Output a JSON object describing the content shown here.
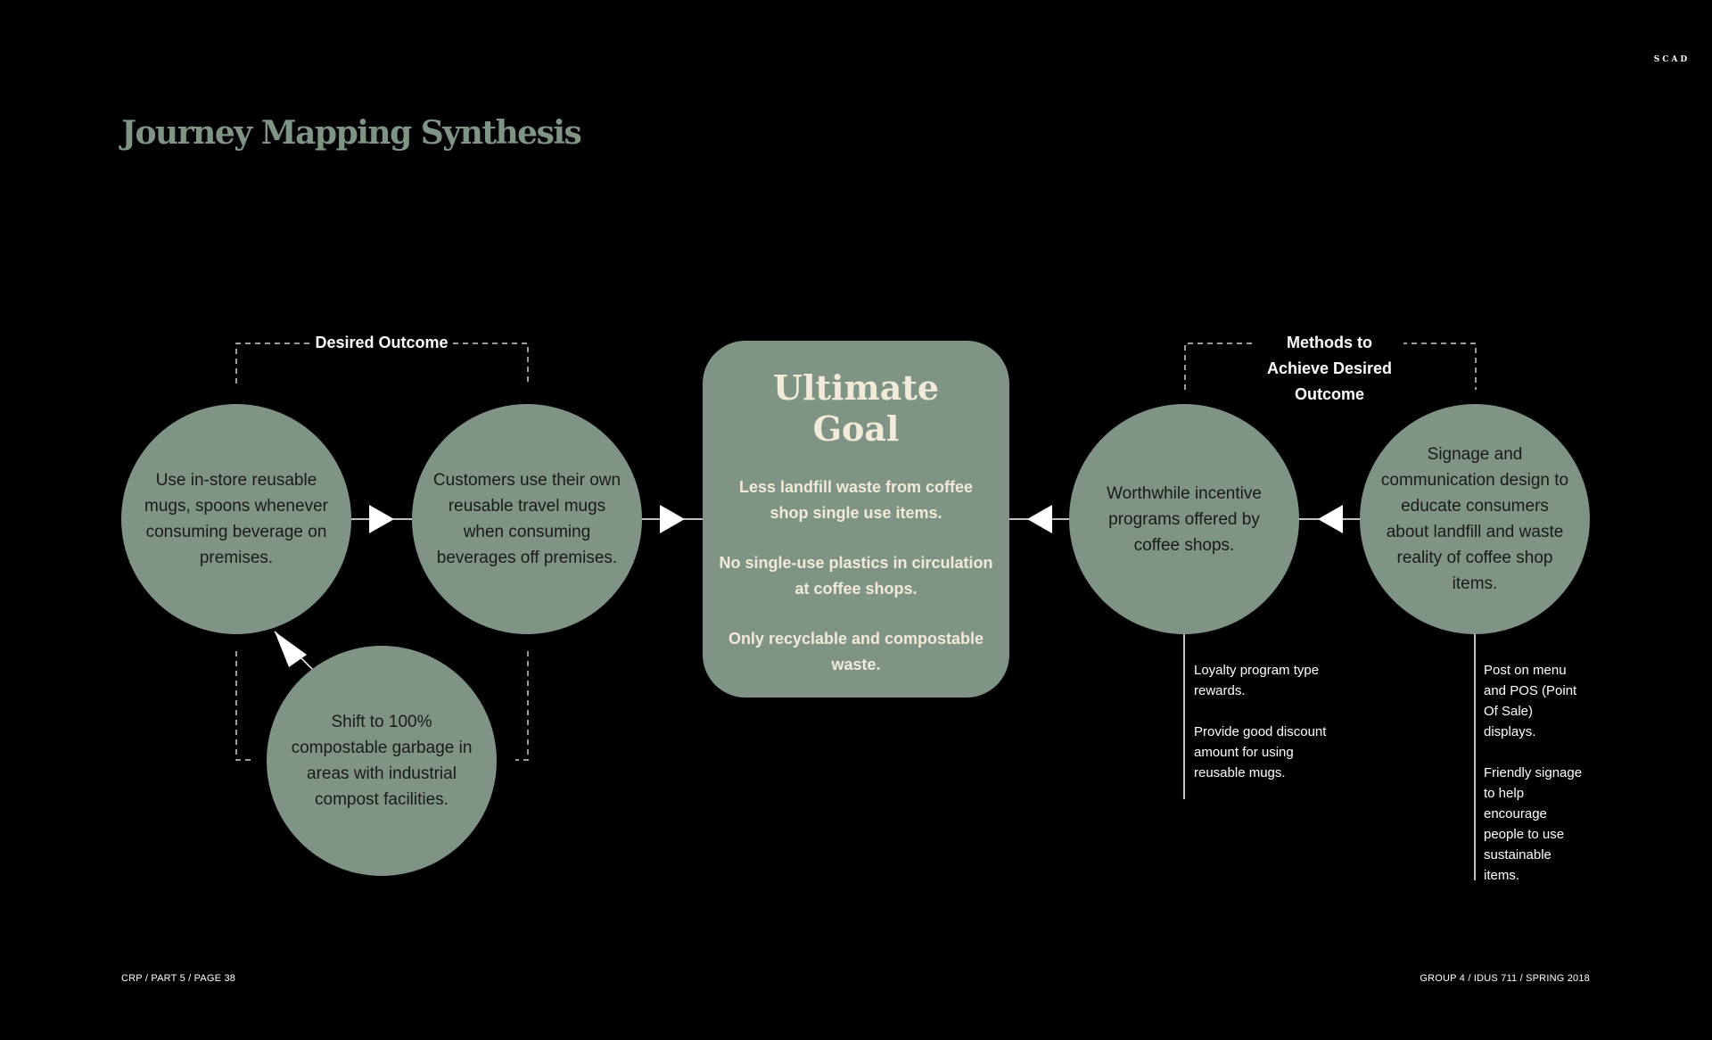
{
  "brand": {
    "logo": "SCAD"
  },
  "page": {
    "title": "Journey Mapping Synthesis"
  },
  "groups": {
    "desired_outcome": "Desired Outcome",
    "methods": "Methods to Achieve Desired Outcome"
  },
  "desired_outcome_steps": [
    "Use in-store reusable mugs, spoons whenever consuming beverage on premises.",
    "Customers use their own reusable travel mugs when consuming beverages off premises.",
    "Shift to 100% compostable garbage in areas with industrial compost facilities."
  ],
  "ultimate_goal": {
    "title": "Ultimate Goal",
    "items": [
      "Less landfill waste from coffee shop single use items.",
      "No single-use plastics in circulation at coffee shops.",
      "Only recyclable and compostable waste."
    ]
  },
  "methods": [
    {
      "text": "Worthwhile incentive programs offered by coffee shops.",
      "notes": [
        "Loyalty program type rewards.",
        "Provide good discount amount for using reusable mugs."
      ]
    },
    {
      "text": "Signage and communication design to educate consumers about landfill and waste reality of coffee shop items.",
      "notes": [
        "Post on menu and POS (Point Of Sale) displays.",
        "Friendly signage to help encourage people to use sustainable items."
      ]
    }
  ],
  "footer": {
    "left": "CRP / PART 5 / PAGE 38",
    "right": "GROUP 4 / IDUS 711 / SPRING 2018"
  }
}
